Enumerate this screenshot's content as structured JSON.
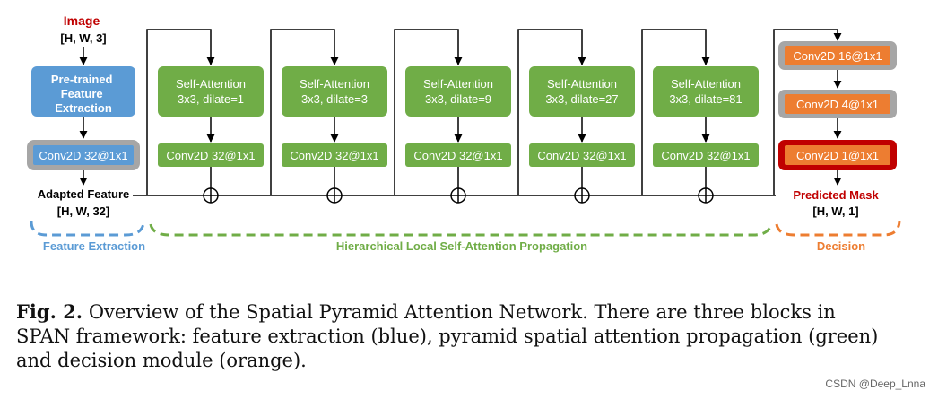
{
  "colors": {
    "blue": "#5b9bd5",
    "green": "#70ad47",
    "orange": "#ed7d31",
    "red": "#c00000",
    "gray": "#a6a6a6",
    "text_dark": "#000000"
  },
  "input": {
    "title": "Image",
    "shape": "[H, W, 3]"
  },
  "feature_extraction": {
    "pretrained_lines": [
      "Pre-trained",
      "Feature",
      "Extraction"
    ],
    "conv_label": "Conv2D 32@1x1",
    "adapted_title": "Adapted Feature",
    "adapted_shape": "[H, W, 32]",
    "section_label": "Feature Extraction"
  },
  "propagation": {
    "blocks": [
      {
        "attention_title": "Self-Attention",
        "attention_params": "3x3, dilate=1",
        "conv_label": "Conv2D 32@1x1"
      },
      {
        "attention_title": "Self-Attention",
        "attention_params": "3x3, dilate=3",
        "conv_label": "Conv2D 32@1x1"
      },
      {
        "attention_title": "Self-Attention",
        "attention_params": "3x3, dilate=9",
        "conv_label": "Conv2D 32@1x1"
      },
      {
        "attention_title": "Self-Attention",
        "attention_params": "3x3, dilate=27",
        "conv_label": "Conv2D 32@1x1"
      },
      {
        "attention_title": "Self-Attention",
        "attention_params": "3x3, dilate=81",
        "conv_label": "Conv2D 32@1x1"
      }
    ],
    "section_label": "Hierarchical Local Self-Attention Propagation"
  },
  "decision": {
    "convs": [
      "Conv2D 16@1x1",
      "Conv2D 4@1x1",
      "Conv2D 1@1x1"
    ],
    "output_title": "Predicted Mask",
    "output_shape": "[H, W, 1]",
    "section_label": "Decision"
  },
  "caption": {
    "figure_label": "Fig. 2.",
    "text": "Overview of the Spatial Pyramid Attention Network. There are three blocks in SPAN framework: feature extraction (blue), pyramid spatial attention propagation (green) and decision module (orange)."
  },
  "watermark": "CSDN @Deep_Lnna"
}
